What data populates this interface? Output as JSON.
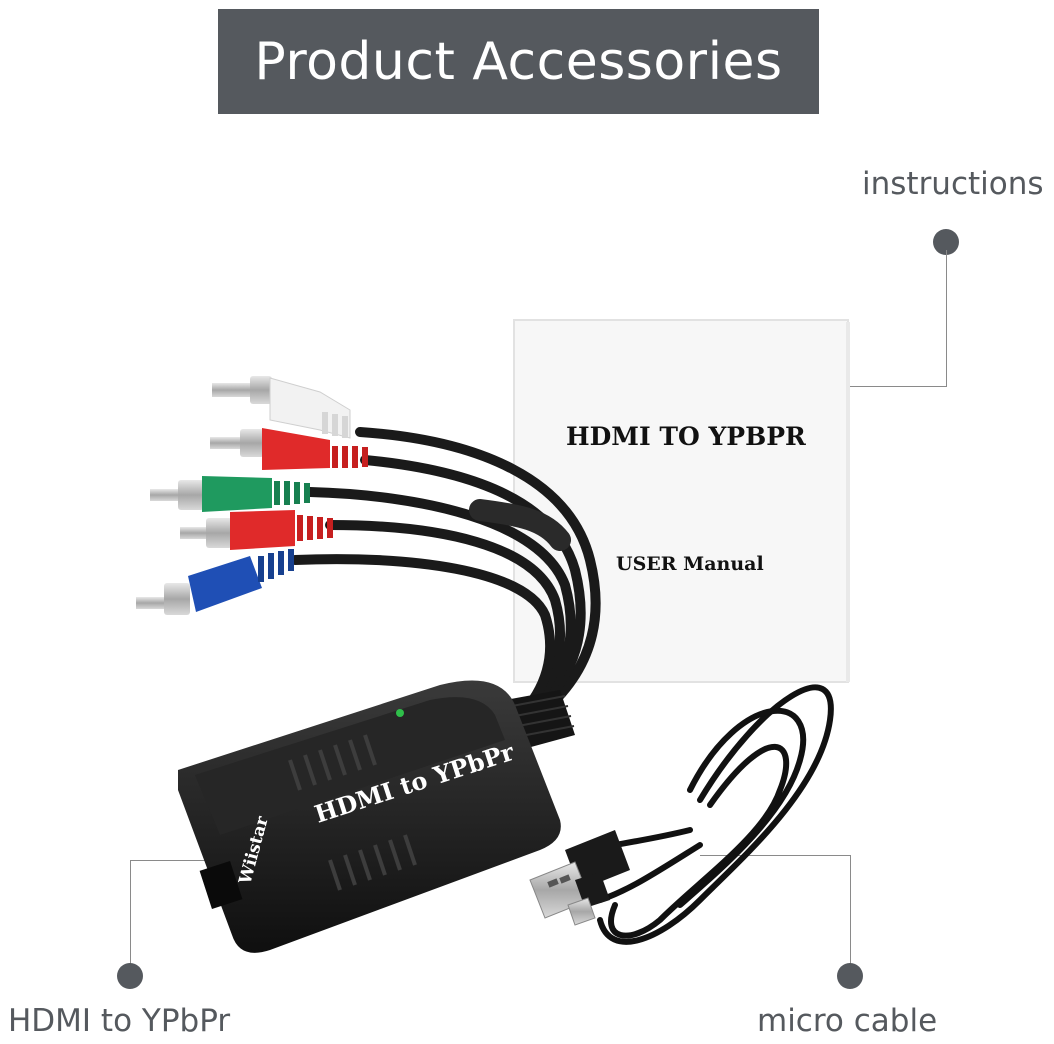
{
  "title": "Product Accessories",
  "callouts": {
    "instructions": "instructions",
    "converter": "HDMI to YPbPr",
    "cable": "micro cable"
  },
  "manual": {
    "title": "HDMI  TO YPBPR",
    "subtitle": "USER Manual"
  },
  "device": {
    "label": "HDMI  to YPbPr",
    "brand": "Wiistar"
  },
  "colors": {
    "banner": "#55595e",
    "callout": "#55595e",
    "device_body": "#1c1c1c",
    "plug_white": "#f2f2f2",
    "plug_red": "#e02a2a",
    "plug_green": "#1f9a5f",
    "plug_blue": "#1f4fb5"
  }
}
